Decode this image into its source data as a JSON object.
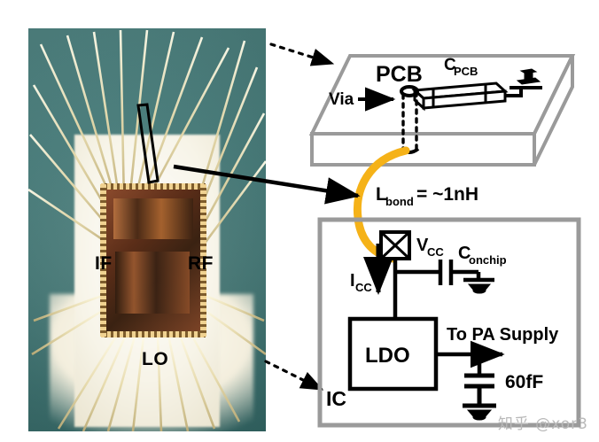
{
  "figure": {
    "watermark": "知乎 @xor3"
  },
  "micrograph": {
    "labels": {
      "if": "IF",
      "rf": "RF",
      "lo": "LO"
    },
    "highlight_name": "bond-wire-highlight-box"
  },
  "pcb": {
    "title": "PCB",
    "cap_label": "C",
    "cap_sub": "PCB",
    "via_label": "Via"
  },
  "bondwire": {
    "label_main": "L",
    "label_sub": "bond",
    "label_value": "= ~1nH"
  },
  "ic": {
    "title": "IC",
    "vcc_label": "V",
    "vcc_sub": "CC",
    "icc_label": "I",
    "icc_sub": "CC",
    "cap_onchip_label": "C",
    "cap_onchip_sub": "onchip",
    "block_label": "LDO",
    "output_label": "To PA Supply",
    "load_cap_label": "60fF"
  },
  "colors": {
    "bondwire": "#F5B218",
    "box_border": "#9a9a9a",
    "ink": "#000000",
    "micrograph_bg": "#3e7a78"
  }
}
